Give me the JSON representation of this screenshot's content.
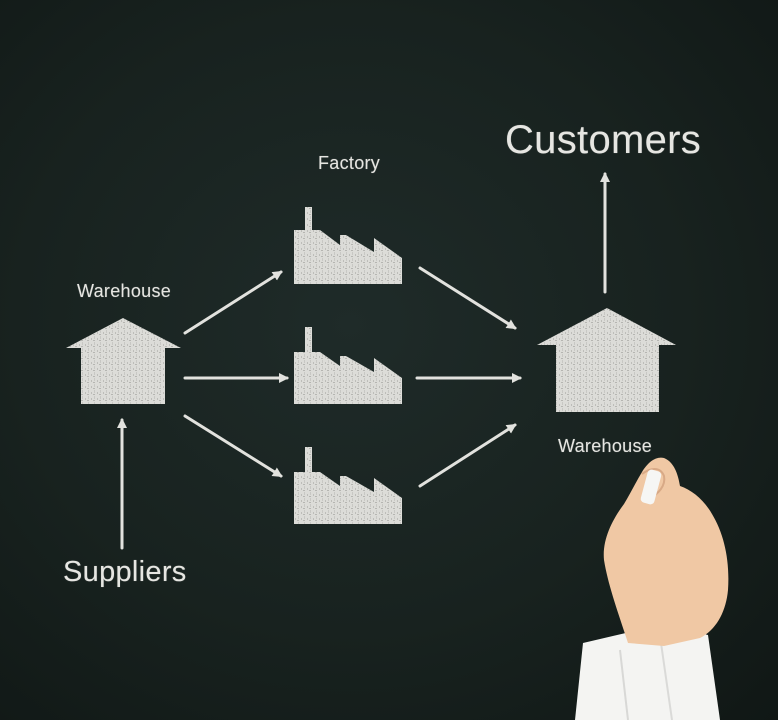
{
  "labels": {
    "factory": "Factory",
    "customers": "Customers",
    "warehouse_left": "Warehouse",
    "warehouse_right": "Warehouse",
    "suppliers": "Suppliers"
  },
  "colors": {
    "board": "#16201e",
    "chalk": "#e2e2de"
  },
  "icons": [
    "warehouse-icon",
    "factory-icon",
    "hand-icon",
    "chalk-icon"
  ]
}
